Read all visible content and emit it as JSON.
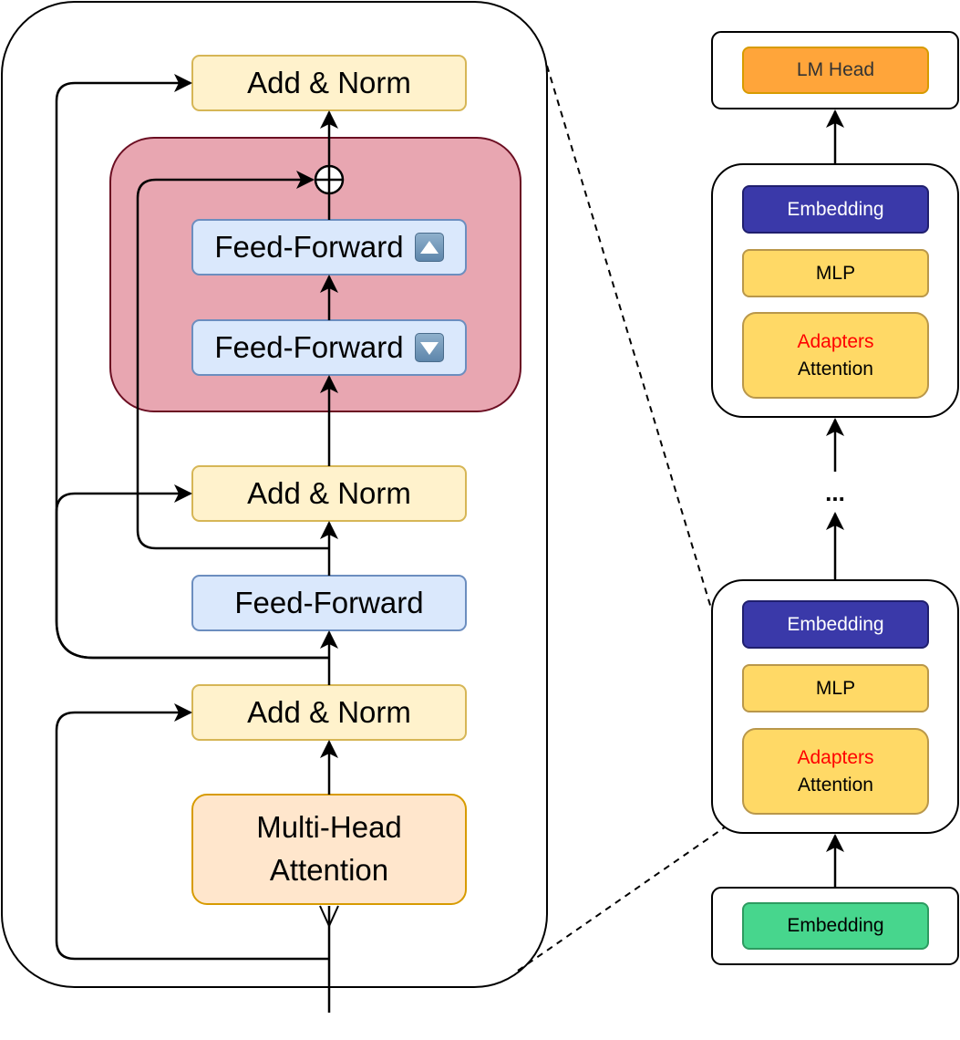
{
  "left_block": {
    "add_norm_top": "Add & Norm",
    "ff_up": "Feed-Forward",
    "ff_down": "Feed-Forward",
    "add_norm_mid": "Add & Norm",
    "feed_forward": "Feed-Forward",
    "add_norm_bottom": "Add & Norm",
    "mha_line1": "Multi-Head",
    "mha_line2": "Attention"
  },
  "right_stack": {
    "lm_head": "LM Head",
    "top_block": {
      "embedding": "Embedding",
      "mlp": "MLP",
      "adapters": "Adapters",
      "attention": "Attention"
    },
    "ellipsis": "...",
    "bottom_block": {
      "embedding": "Embedding",
      "mlp": "MLP",
      "adapters": "Adapters",
      "attention": "Attention"
    },
    "input_embedding": "Embedding"
  },
  "colors": {
    "adapter_region": "#e8a6b1",
    "add_norm": "#fff2cc",
    "feed_forward": "#dae8fc",
    "attention": "#ffe6cc",
    "lm_head": "#ffa53a",
    "embedding_dark": "#3a39a9",
    "mlp_attention": "#ffd966",
    "input_embedding": "#47d68d",
    "adapters_text": "#ff0000"
  },
  "icons": {
    "ff_up": "up-arrow-icon",
    "ff_down": "down-arrow-icon"
  }
}
